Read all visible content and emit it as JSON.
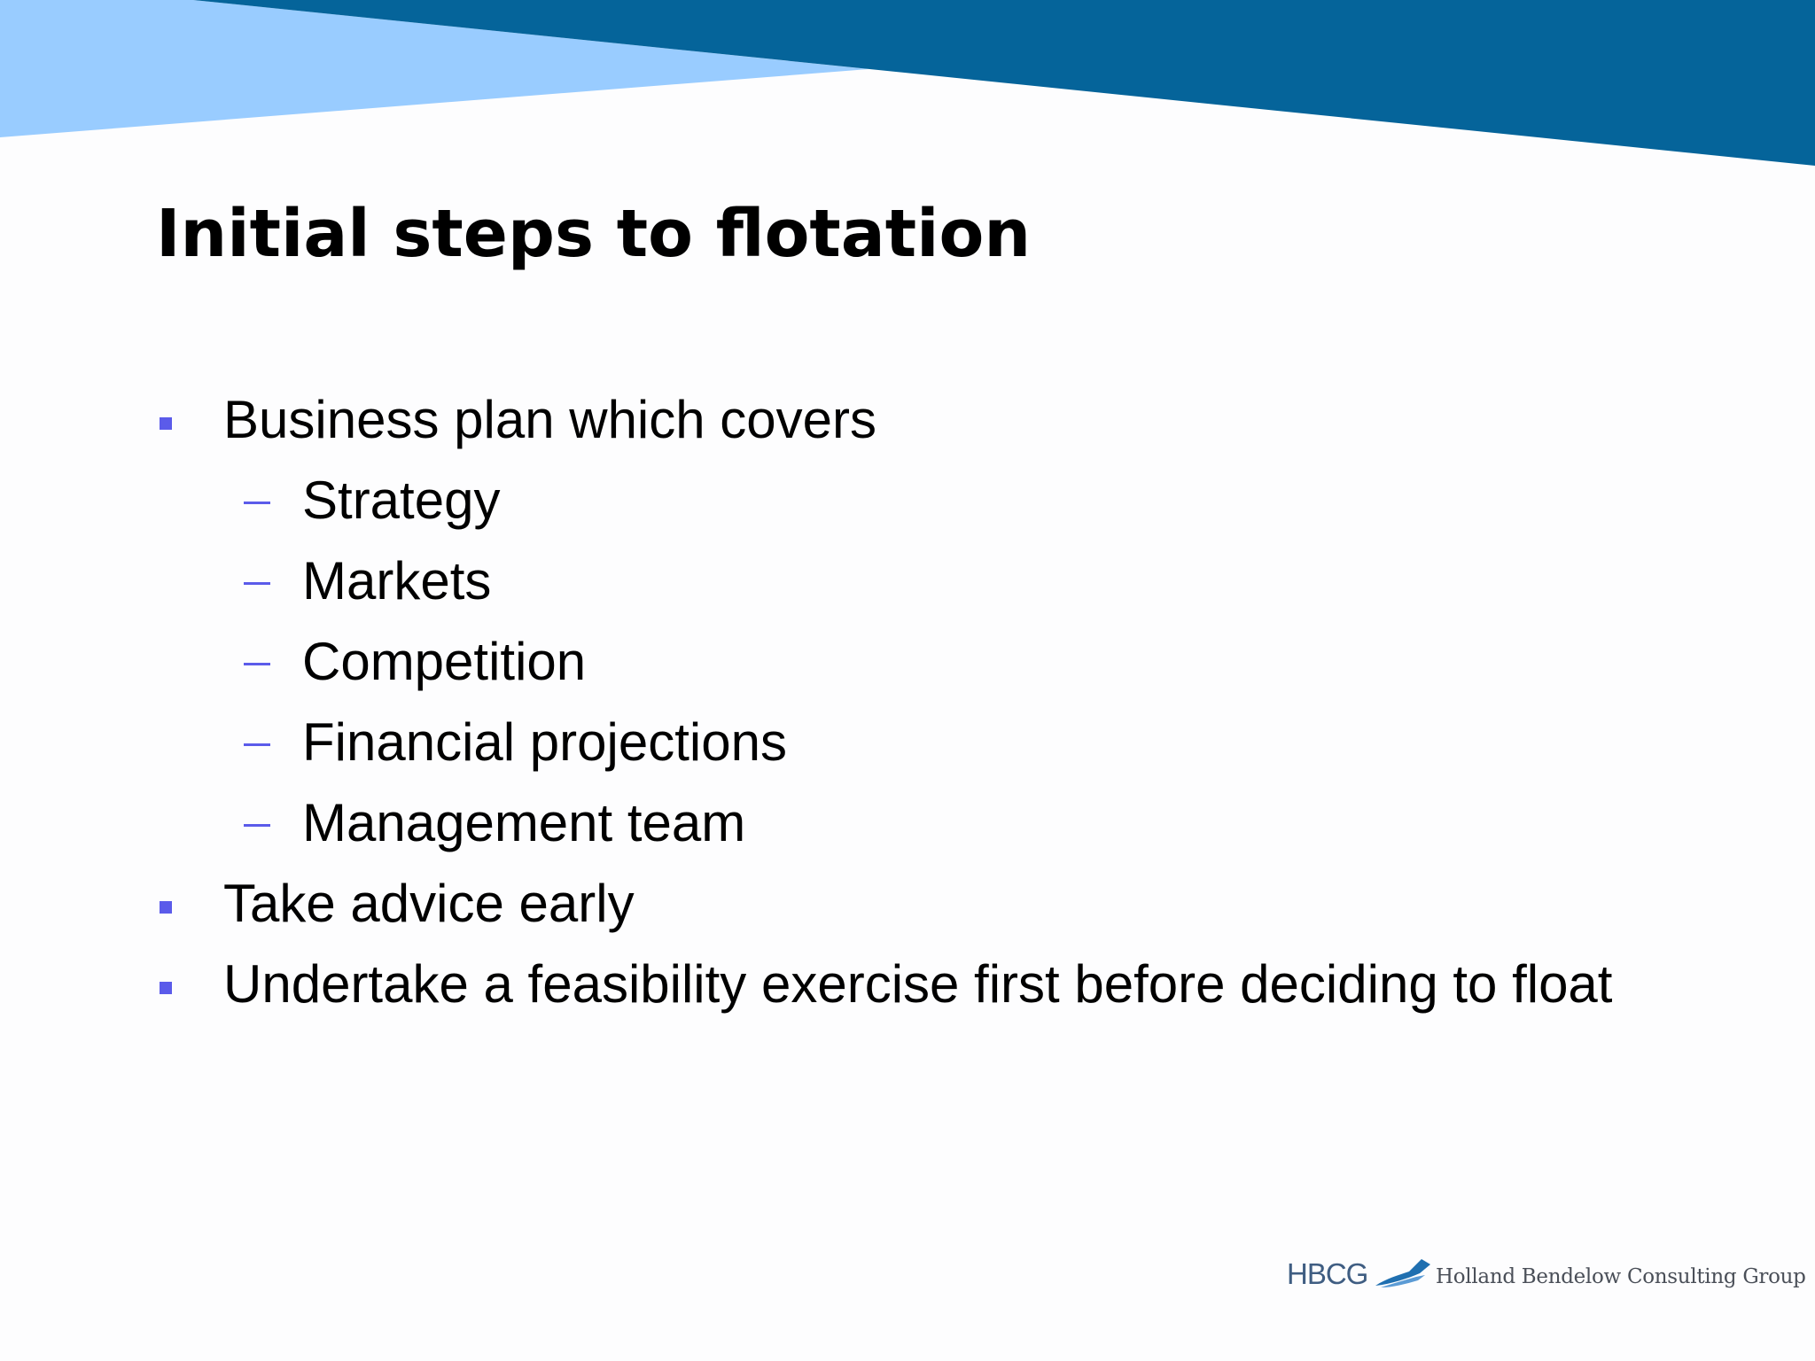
{
  "slide": {
    "title": "Initial steps to flotation",
    "bullets": [
      {
        "text": "Business plan which covers",
        "sub_items": [
          "Strategy",
          "Markets",
          "Competition",
          "Financial projections",
          "Management team"
        ]
      },
      {
        "text": "Take advice early",
        "sub_items": []
      },
      {
        "text": "Undertake a feasibility exercise first before deciding to float",
        "sub_items": []
      }
    ]
  },
  "logo": {
    "abbreviation": "HBCG",
    "name": "Holland Bendelow Consulting Group"
  },
  "colors": {
    "band_light": "#99ccff",
    "band_dark": "#05649a",
    "bullet": "#5b5bea",
    "logo_abbr": "#3f5d82"
  },
  "icons": {
    "bullet": "square-bullet-icon",
    "sub_bullet": "dash-bullet-icon",
    "logo_mark": "swoosh-logo-icon"
  }
}
